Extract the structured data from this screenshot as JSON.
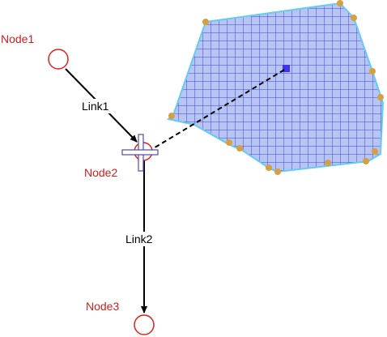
{
  "nodes": [
    {
      "id": "node1",
      "label": "Node1"
    },
    {
      "id": "node2",
      "label": "Node2"
    },
    {
      "id": "node3",
      "label": "Node3"
    }
  ],
  "links": [
    {
      "id": "link1",
      "label": "Link1"
    },
    {
      "id": "link2",
      "label": "Link2"
    }
  ],
  "colors": {
    "node_stroke": "#dd2222",
    "node_label": "#cc2222",
    "link": "#000000",
    "polygon_fill": "#b8c4f2",
    "polygon_grid": "#3a46e0",
    "polygon_edge": "#66ccee",
    "vertex_handle": "#d4a040",
    "center_handle": "#4433ee",
    "cursor_outline": "#5a4a9a"
  },
  "icons": {
    "cursor": "move-cursor-icon",
    "vertex": "vertex-handle-icon",
    "center": "center-handle-icon"
  }
}
